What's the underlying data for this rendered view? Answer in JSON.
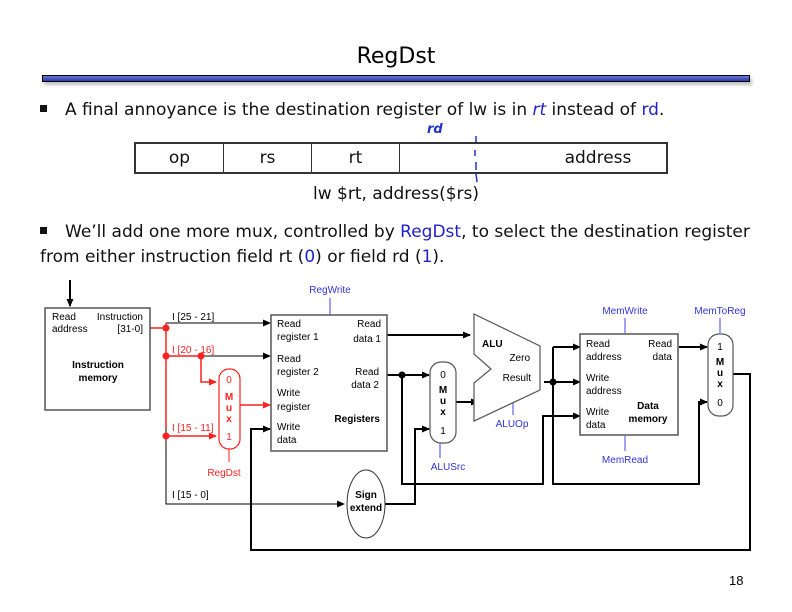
{
  "slide": {
    "title": "RegDst",
    "page_number": "18"
  },
  "bullets": [
    {
      "segments": [
        {
          "text": "A final annoyance is the destination register of lw is in ",
          "style": "normal"
        },
        {
          "text": "rt",
          "style": "blue-italic"
        },
        {
          "text": " instead of ",
          "style": "normal"
        },
        {
          "text": "rd",
          "style": "blue"
        },
        {
          "text": ".",
          "style": "normal"
        }
      ]
    },
    {
      "segments": [
        {
          "text": "We’ll add one more mux, controlled by ",
          "style": "normal"
        },
        {
          "text": "RegDst",
          "style": "blue"
        },
        {
          "text": ", to select the destination register from either instruction field rt (",
          "style": "normal"
        },
        {
          "text": "0",
          "style": "blue"
        },
        {
          "text": ") or field rd (",
          "style": "normal"
        },
        {
          "text": "1",
          "style": "blue"
        },
        {
          "text": ").",
          "style": "normal"
        }
      ]
    }
  ],
  "instruction_format": {
    "fields": [
      "op",
      "rs",
      "rt",
      "address"
    ],
    "caption": "lw $rt, address($rs)",
    "handwritten_annotation": "rd"
  },
  "datapath": {
    "instruction_memory": {
      "port_read_address": [
        "Read",
        "address"
      ],
      "port_instruction": [
        "Instruction",
        "[31-0]"
      ],
      "name": [
        "Instruction",
        "memory"
      ]
    },
    "field_labels": {
      "rs": "I [25 - 21]",
      "rt": "I [20 - 16]",
      "rd": "I [15 - 11]",
      "imm": "I [15 - 0]"
    },
    "registers": {
      "in1": [
        "Read",
        "register 1"
      ],
      "in2": [
        "Read",
        "register 2"
      ],
      "in3": [
        "Write",
        "register"
      ],
      "in4": [
        "Write",
        "data"
      ],
      "out1": [
        "Read",
        "data 1"
      ],
      "out2": [
        "Read",
        "data 2"
      ],
      "name": "Registers"
    },
    "regdst_mux": {
      "in0": "0",
      "in1": "1",
      "label": [
        "M",
        "u",
        "x"
      ]
    },
    "alusrc_mux": {
      "in0": "0",
      "in1": "1",
      "label": [
        "M",
        "u",
        "x"
      ]
    },
    "memtoreg_mux": {
      "in1": "1",
      "in0": "0",
      "label": [
        "M",
        "u",
        "x"
      ]
    },
    "alu": {
      "name": "ALU",
      "zero": "Zero",
      "result": "Result"
    },
    "data_memory": {
      "in1": [
        "Read",
        "address"
      ],
      "in2": [
        "Write",
        "address"
      ],
      "in3": [
        "Write",
        "data"
      ],
      "out": [
        "Read",
        "data"
      ],
      "name": [
        "Data",
        "memory"
      ]
    },
    "sign_extend": [
      "Sign",
      "extend"
    ],
    "control_signals": {
      "RegWrite": "RegWrite",
      "RegDst": "RegDst",
      "ALUSrc": "ALUSrc",
      "ALUOp": "ALUOp",
      "MemWrite": "MemWrite",
      "MemRead": "MemRead",
      "MemToReg": "MemToReg"
    },
    "colors": {
      "wire": "#000000",
      "highlight": "#ff2020",
      "control": "#3333dd",
      "box_border": "#555555"
    }
  }
}
